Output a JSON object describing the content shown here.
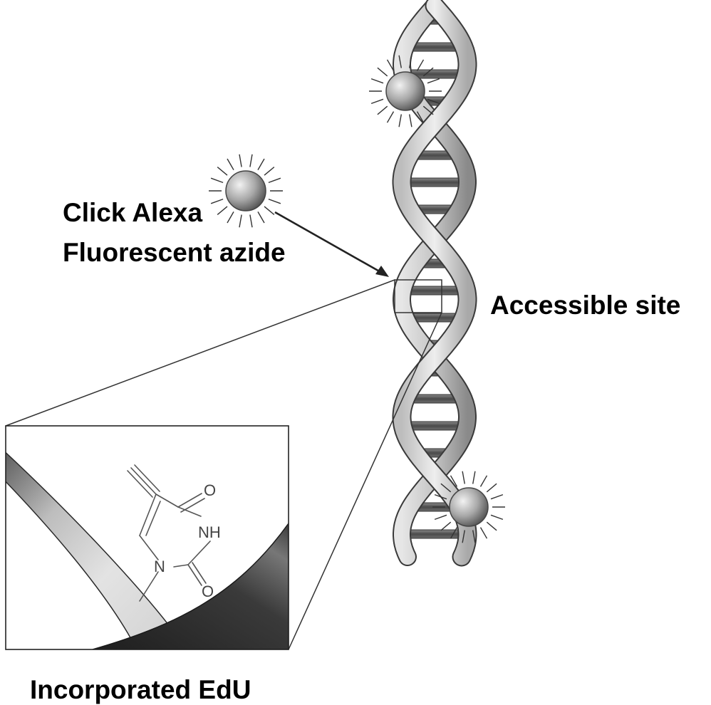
{
  "labels": {
    "dye_line1": "Click Alexa",
    "dye_line2": "Fluorescent azide",
    "site": "Accessible site",
    "caption": "Incorporated EdU"
  },
  "molecule_atoms": {
    "carbonyl_o_top": "O",
    "imide_nh": "NH",
    "ring_n": "N",
    "carbonyl_o_bottom": "O"
  },
  "colors": {
    "text": "#000000",
    "line": "#222222",
    "strand_light": "#d9d9d9",
    "strand_dark": "#3a3a3a",
    "base_pair": "#5f5f5f",
    "bead": "#9a9a9a",
    "molecule": "#555555"
  },
  "icons": {
    "fluorophore": "sphere-with-rays",
    "dna": "double-helix",
    "molecule": "edu-structure"
  }
}
